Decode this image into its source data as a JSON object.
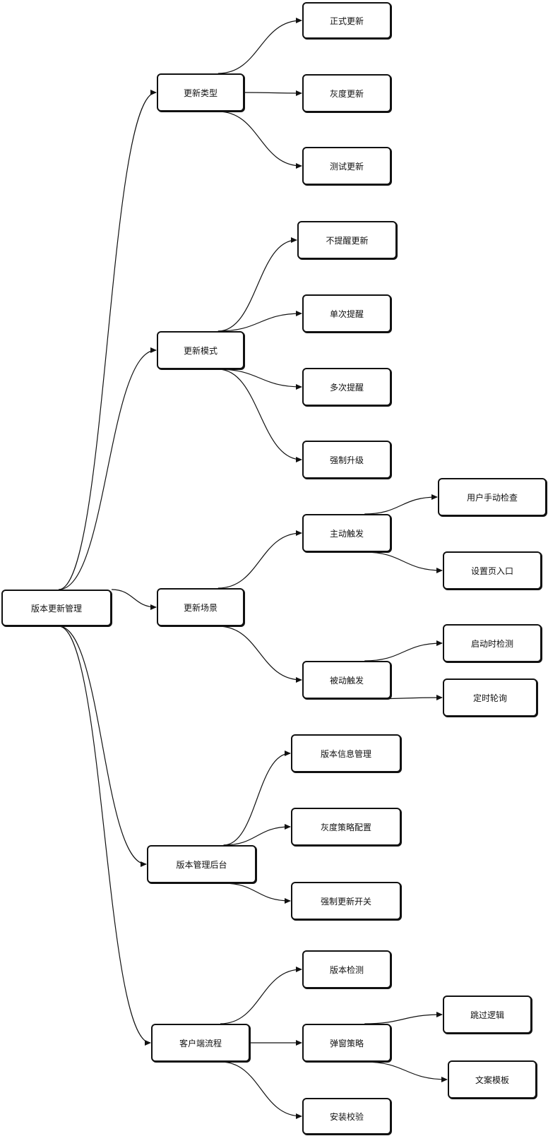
{
  "diagram": {
    "stroke_color": "#111111",
    "background": "#ffffff",
    "root": {
      "id": "root",
      "label": "版本更新管理"
    },
    "nodes": [
      {
        "id": "type",
        "label": "更新类型",
        "parent": "root"
      },
      {
        "id": "type_formal",
        "label": "正式更新",
        "parent": "type"
      },
      {
        "id": "type_gray",
        "label": "灰度更新",
        "parent": "type"
      },
      {
        "id": "type_test",
        "label": "测试更新",
        "parent": "type"
      },
      {
        "id": "mode",
        "label": "更新模式",
        "parent": "root"
      },
      {
        "id": "mode_none",
        "label": "不提醒更新",
        "parent": "mode"
      },
      {
        "id": "mode_once",
        "label": "单次提醒",
        "parent": "mode"
      },
      {
        "id": "mode_multi",
        "label": "多次提醒",
        "parent": "mode"
      },
      {
        "id": "mode_force",
        "label": "强制升级",
        "parent": "mode"
      },
      {
        "id": "scene",
        "label": "更新场景",
        "parent": "root"
      },
      {
        "id": "active",
        "label": "主动触发",
        "parent": "scene"
      },
      {
        "id": "active_manual",
        "label": "用户手动检查",
        "parent": "active"
      },
      {
        "id": "active_settings",
        "label": "设置页入口",
        "parent": "active"
      },
      {
        "id": "passive",
        "label": "被动触发",
        "parent": "scene"
      },
      {
        "id": "passive_launch",
        "label": "启动时检测",
        "parent": "passive"
      },
      {
        "id": "passive_poll",
        "label": "定时轮询",
        "parent": "passive"
      },
      {
        "id": "admin",
        "label": "版本管理后台",
        "parent": "root"
      },
      {
        "id": "admin_info",
        "label": "版本信息管理",
        "parent": "admin"
      },
      {
        "id": "admin_gray",
        "label": "灰度策略配置",
        "parent": "admin"
      },
      {
        "id": "admin_force",
        "label": "强制更新开关",
        "parent": "admin"
      },
      {
        "id": "client",
        "label": "客户端流程",
        "parent": "root"
      },
      {
        "id": "client_detect",
        "label": "版本检测",
        "parent": "client"
      },
      {
        "id": "client_popup",
        "label": "弹窗策略",
        "parent": "client"
      },
      {
        "id": "popup_skip",
        "label": "跳过逻辑",
        "parent": "client_popup"
      },
      {
        "id": "popup_copy",
        "label": "文案模板",
        "parent": "client_popup"
      },
      {
        "id": "client_verify",
        "label": "安装校验",
        "parent": "client"
      }
    ]
  }
}
